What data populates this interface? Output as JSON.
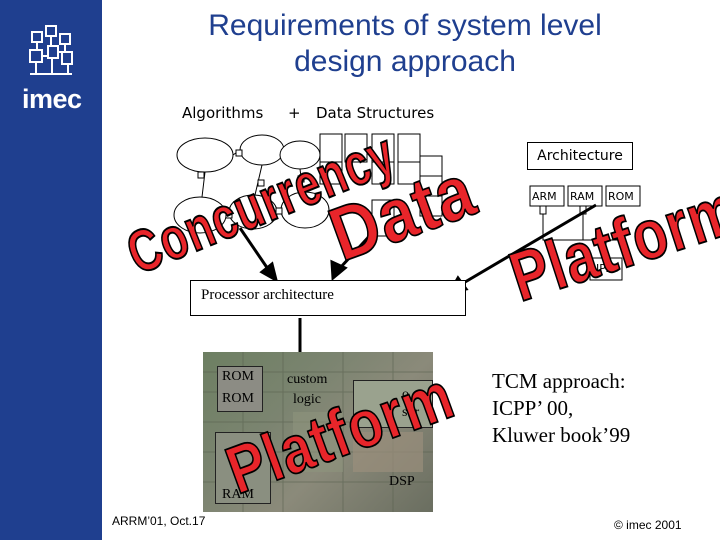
{
  "title": [
    "Requirements of system level",
    "design approach"
  ],
  "brand": {
    "logo_text": "imec"
  },
  "labels": {
    "algorithms": "Algorithms",
    "plus": "+",
    "data_structures": "Data  Structures",
    "architecture": "Architecture",
    "processor_architecture": "Processor architecture"
  },
  "arch_blocks": [
    "ARM",
    "RAM",
    "ROM",
    "IP₂"
  ],
  "chip_blocks": {
    "rom1": "ROM",
    "rom2": "ROM",
    "custom": "custom",
    "logic": "logic",
    "micro": "o",
    "sor": "sor",
    "dsp": "DSP",
    "ram": "RAM"
  },
  "overlay_words": {
    "concurrency": "Concurrency",
    "data": "Data",
    "platform_top": "Platform",
    "platform_bottom": "Platform"
  },
  "tcm": [
    "TCM approach:",
    "ICPP’ 00,",
    "Kluwer book’99"
  ],
  "footer": {
    "left": "ARRM’01, Oct.17",
    "right": "© imec 2001"
  },
  "colors": {
    "sidebar": "#1f3f8f",
    "title": "#1f3f8f",
    "overlay_word": "#e8252a"
  }
}
